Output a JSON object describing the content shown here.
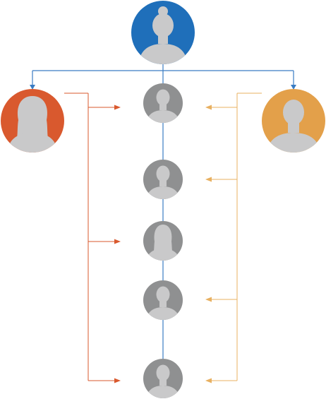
{
  "colors": {
    "top": "#1f6fba",
    "left": "#d9592e",
    "right": "#e3a04a",
    "member": "#8f9091",
    "silhouette": "#c9c9ca",
    "hub_line": "#3a7cc3",
    "left_line": "#d9592e",
    "right_line": "#e8b061"
  },
  "icons": {
    "top": "female-bun-silhouette-icon",
    "left": "female-longhair-silhouette-icon",
    "right": "male-silhouette-icon",
    "members": [
      "male-silhouette-icon",
      "male-silhouette-icon",
      "female-silhouette-icon",
      "male-silhouette-icon",
      "male-silhouette-icon"
    ]
  },
  "connections": {
    "left_to_members": [
      1,
      3,
      5
    ],
    "right_to_members": [
      1,
      2,
      4,
      5
    ]
  }
}
